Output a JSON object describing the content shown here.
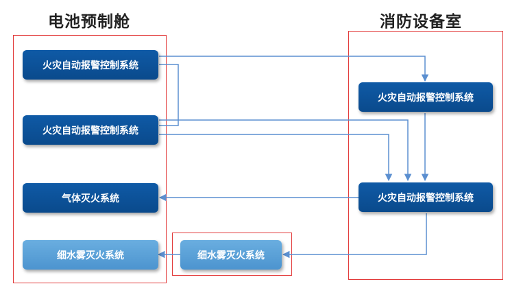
{
  "titles": {
    "battery_cabin": "电池预制舱",
    "fire_control_room": "消防设备室"
  },
  "nodes": {
    "cabin_alarm_1": "火灾自动报警控制系统",
    "cabin_alarm_2": "火灾自动报警控制系统",
    "cabin_gas": "气体灭火系统",
    "cabin_mist": "细水雾灭火系统",
    "middle_mist": "细水雾灭火系统",
    "room_alarm_1": "火灾自动报警控制系统",
    "room_alarm_2": "火灾自动报警控制系统"
  },
  "colors": {
    "node_dark": "#0a4a8c",
    "node_light": "#5aa0d8",
    "frame": "#e23a3a",
    "arrow": "#5b8fd0"
  }
}
